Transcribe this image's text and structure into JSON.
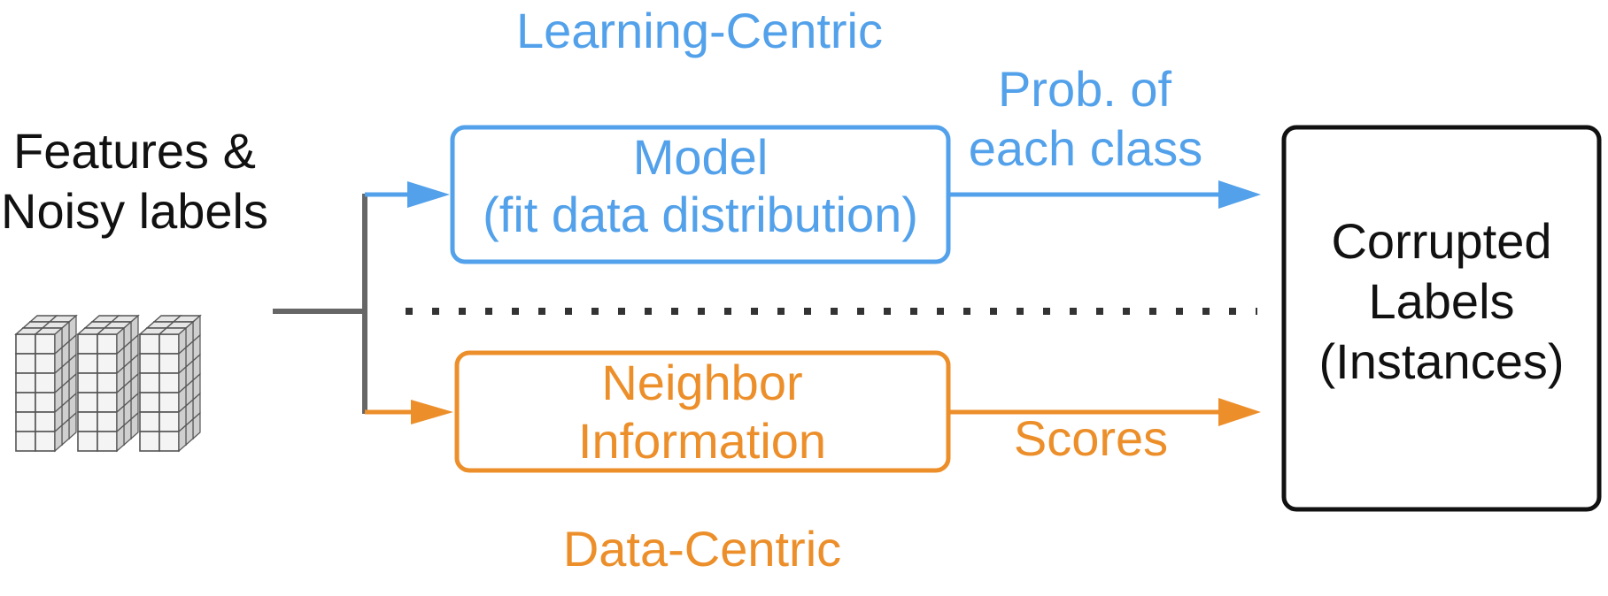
{
  "colors": {
    "learning": "#52a1ea",
    "data": "#ec8f2a",
    "neutral": "#666666",
    "text": "#111111"
  },
  "input": {
    "label_line1": "Features &",
    "label_line2": "Noisy labels",
    "icon": "data-cube-icon"
  },
  "learning_centric": {
    "title": "Learning-Centric",
    "box_line1": "Model",
    "box_line2": "(fit data distribution)",
    "output_line1": "Prob. of",
    "output_line2": "each class"
  },
  "data_centric": {
    "title": "Data-Centric",
    "box_line1": "Neighbor",
    "box_line2": "Information",
    "output": "Scores"
  },
  "output": {
    "line1": "Corrupted",
    "line2": "Labels",
    "line3": "(Instances)"
  }
}
